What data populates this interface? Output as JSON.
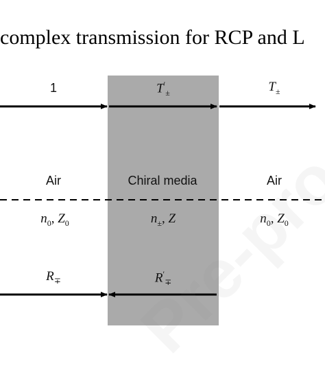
{
  "title": "complex transmission for RCP and L",
  "colors": {
    "slab": "#aaaaaa",
    "arrow": "#000000",
    "text": "#111111",
    "watermark": "#8c8c8c"
  },
  "labels": {
    "incident": "1",
    "t_inner": "T",
    "t_inner_sub": "±",
    "t_inner_prime": "′",
    "t_out": "T",
    "t_out_sub": "±",
    "air_left": "Air",
    "medium": "Chiral media",
    "air_right": "Air",
    "left_n": "n",
    "left_n_sub": "0",
    "left_z": "Z",
    "left_z_sub": "0",
    "mid_n": "n",
    "mid_n_sub": "±",
    "mid_z": "Z",
    "right_n": "n",
    "right_n_sub": "0",
    "right_z": "Z",
    "right_z_sub": "0",
    "r_out": "R",
    "r_out_sub": "∓",
    "r_inner": "R",
    "r_inner_sub": "∓",
    "r_inner_prime": "′",
    "comma": ", "
  },
  "watermark": "Pre-pro"
}
